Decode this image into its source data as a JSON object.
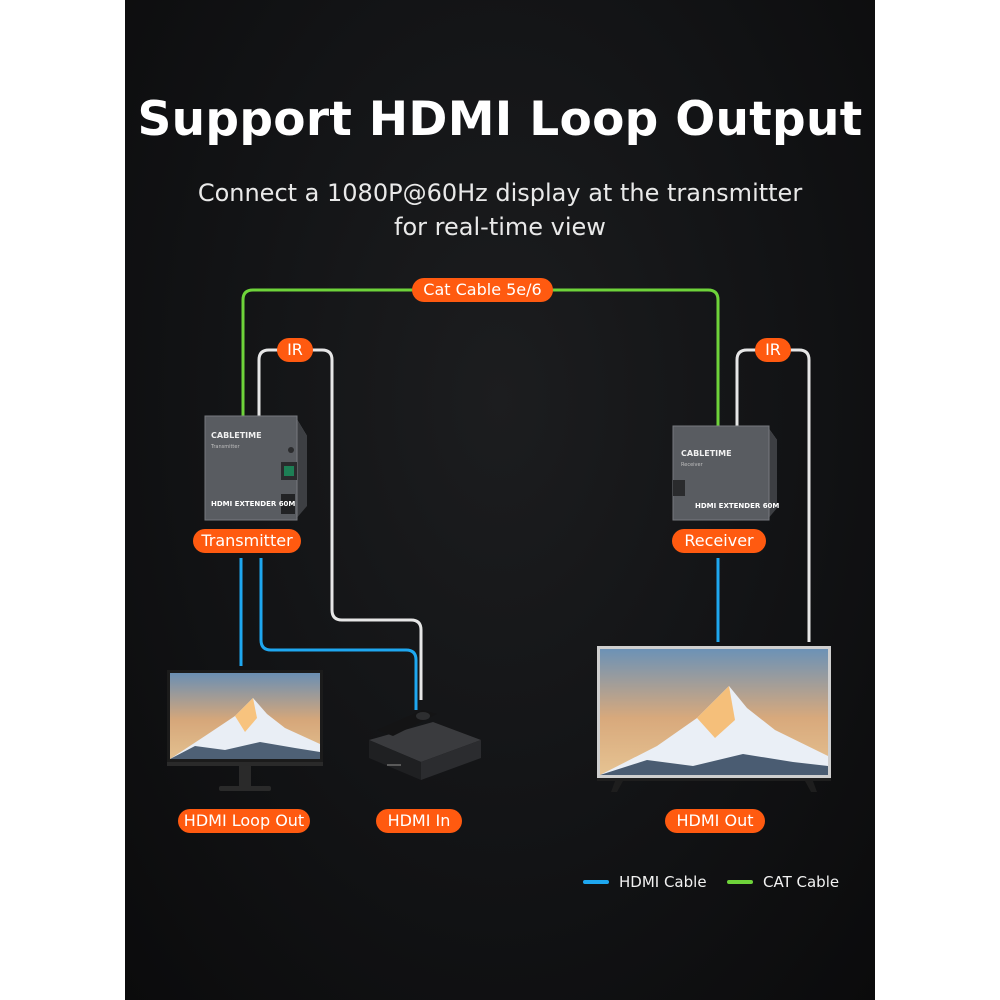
{
  "title": "Support HDMI Loop Output",
  "subtitle_line1": "Connect a 1080P@60Hz display at the transmitter",
  "subtitle_line2": "for real-time view",
  "labels": {
    "cat_cable": "Cat Cable 5e/6",
    "ir_left": "IR",
    "ir_right": "IR",
    "transmitter": "Transmitter",
    "receiver": "Receiver",
    "hdmi_loop_out": "HDMI Loop Out",
    "hdmi_in": "HDMI In",
    "hdmi_out": "HDMI Out"
  },
  "device_text": {
    "brand": "CABLETIME",
    "transmitter_model": "HDMI EXTENDER 60M",
    "receiver_model": "HDMI EXTENDER 60M"
  },
  "legend": {
    "hdmi_label": "HDMI Cable",
    "cat_label": "CAT Cable"
  },
  "colors": {
    "hdmi_cable": "#1ea7f0",
    "cat_cable": "#6ed33a",
    "ir_cable": "#e6e6e6",
    "label_bg": "#ff5a10",
    "background": "#111214"
  },
  "icons": [
    "transmitter-box",
    "receiver-box",
    "monitor",
    "tv",
    "media-player-box",
    "remote-control"
  ]
}
